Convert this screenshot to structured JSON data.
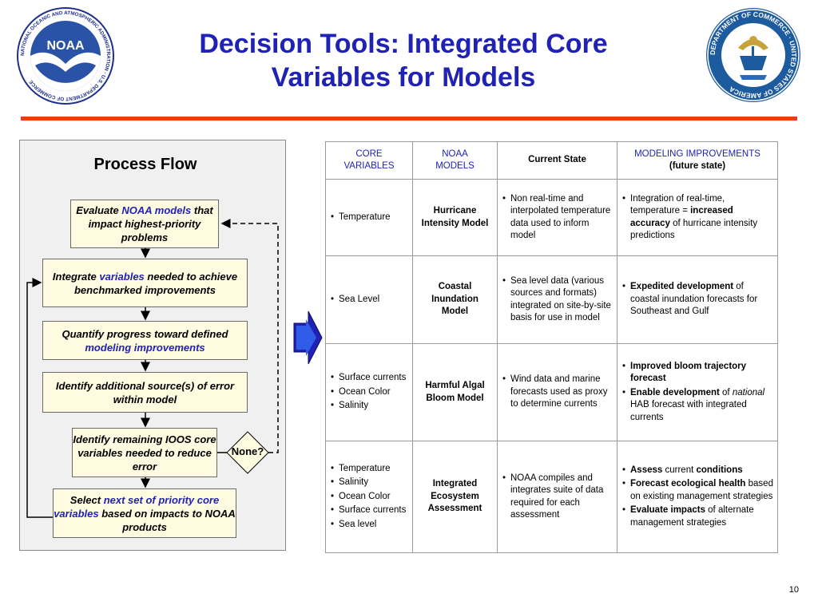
{
  "header": {
    "title_line1": "Decision Tools:  Integrated Core",
    "title_line2": "Variables for Models",
    "noaa_logo_text": "NOAA",
    "noaa_ring_text": "NATIONAL OCEANIC AND ATMOSPHERIC ADMINISTRATION · U.S. DEPARTMENT OF COMMERCE",
    "doc_ring_text": "DEPARTMENT OF COMMERCE · UNITED STATES OF AMERICA"
  },
  "colors": {
    "title": "#1f22b4",
    "accent_line": "#f03c14",
    "step_fill": "#fffbe0",
    "panel_fill": "#f0f0f0"
  },
  "process_flow": {
    "title": "Process Flow",
    "steps": [
      {
        "pre": "Evaluate ",
        "hl": "NOAA models",
        "post": " that impact highest-priority problems"
      },
      {
        "pre": "Integrate ",
        "hl": "variables",
        "post": " needed to achieve benchmarked improvements"
      },
      {
        "pre": "Quantify progress toward defined ",
        "hl": "modeling improvements",
        "post": ""
      },
      {
        "pre": "Identify additional source(s) of error within model",
        "hl": "",
        "post": ""
      },
      {
        "pre": "Identify remaining IOOS core variables needed to reduce error",
        "hl": "",
        "post": ""
      },
      {
        "pre": "Select ",
        "hl": "next set of priority core variables",
        "post": " based on impacts to NOAA products"
      }
    ],
    "decision_label": "None?"
  },
  "table": {
    "headers": {
      "core_line1": "CORE",
      "core_line2": "VARIABLES",
      "models_line1": "NOAA",
      "models_line2": "MODELS",
      "current": "Current State",
      "improve_line1": "MODELING IMPROVEMENTS",
      "improve_line2": "(future state)"
    },
    "rows": [
      {
        "variables": [
          "Temperature"
        ],
        "model": "Hurricane Intensity Model",
        "current": [
          "Non real-time and interpolated temperature data used to inform model"
        ],
        "improvements": [
          {
            "t1": "Integration of real-time, temperature = ",
            "b1": "increased accuracy",
            "t2": " of hurricane intensity predictions"
          }
        ]
      },
      {
        "variables": [
          "Sea Level"
        ],
        "model": "Coastal Inundation Model",
        "current": [
          "Sea level data (various sources and formats) integrated on site-by-site basis for use in model"
        ],
        "improvements": [
          {
            "b1": "Expedited development",
            "t2": " of coastal inundation forecasts for Southeast and Gulf"
          }
        ]
      },
      {
        "variables": [
          "Surface currents",
          "Ocean Color",
          "Salinity"
        ],
        "model": "Harmful Algal Bloom Model",
        "current": [
          "Wind data and marine forecasts used as proxy to determine currents"
        ],
        "improvements": [
          {
            "b1": "Improved bloom trajectory forecast"
          },
          {
            "b1": "Enable development",
            "t2": " of ",
            "i1": "national",
            "t3": " HAB forecast with integrated currents"
          }
        ]
      },
      {
        "variables": [
          "Temperature",
          "Salinity",
          "Ocean Color",
          "Surface currents",
          "Sea level"
        ],
        "model": "Integrated Ecosystem Assessment",
        "current": [
          "NOAA compiles and integrates suite of data required for each assessment"
        ],
        "improvements": [
          {
            "b1": "Assess",
            "t2": " current ",
            "b2": "conditions"
          },
          {
            "b1": "Forecast ecological health",
            "t2": " based on existing management strategies"
          },
          {
            "b1": "Evaluate impacts",
            "t2": " of alternate management strategies"
          }
        ]
      }
    ]
  },
  "page_number": "10"
}
